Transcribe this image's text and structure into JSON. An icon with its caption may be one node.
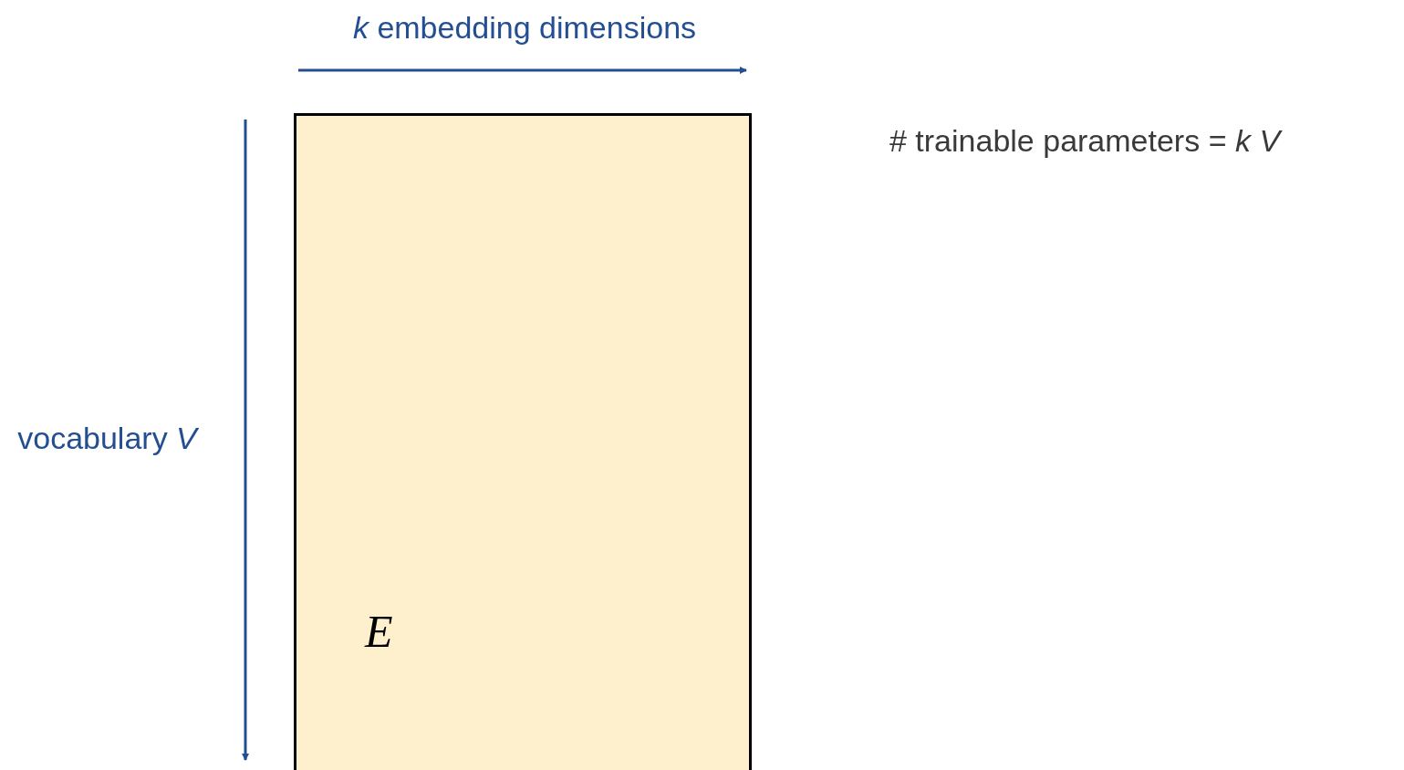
{
  "diagram": {
    "nodes": [
      {
        "text": [
          "E"
        ]
      }
    ],
    "labels": [
      "*k* embedding dimensions",
      "vocabulary *V*",
      "# trainable parameters = *k* *V*"
    ]
  }
}
